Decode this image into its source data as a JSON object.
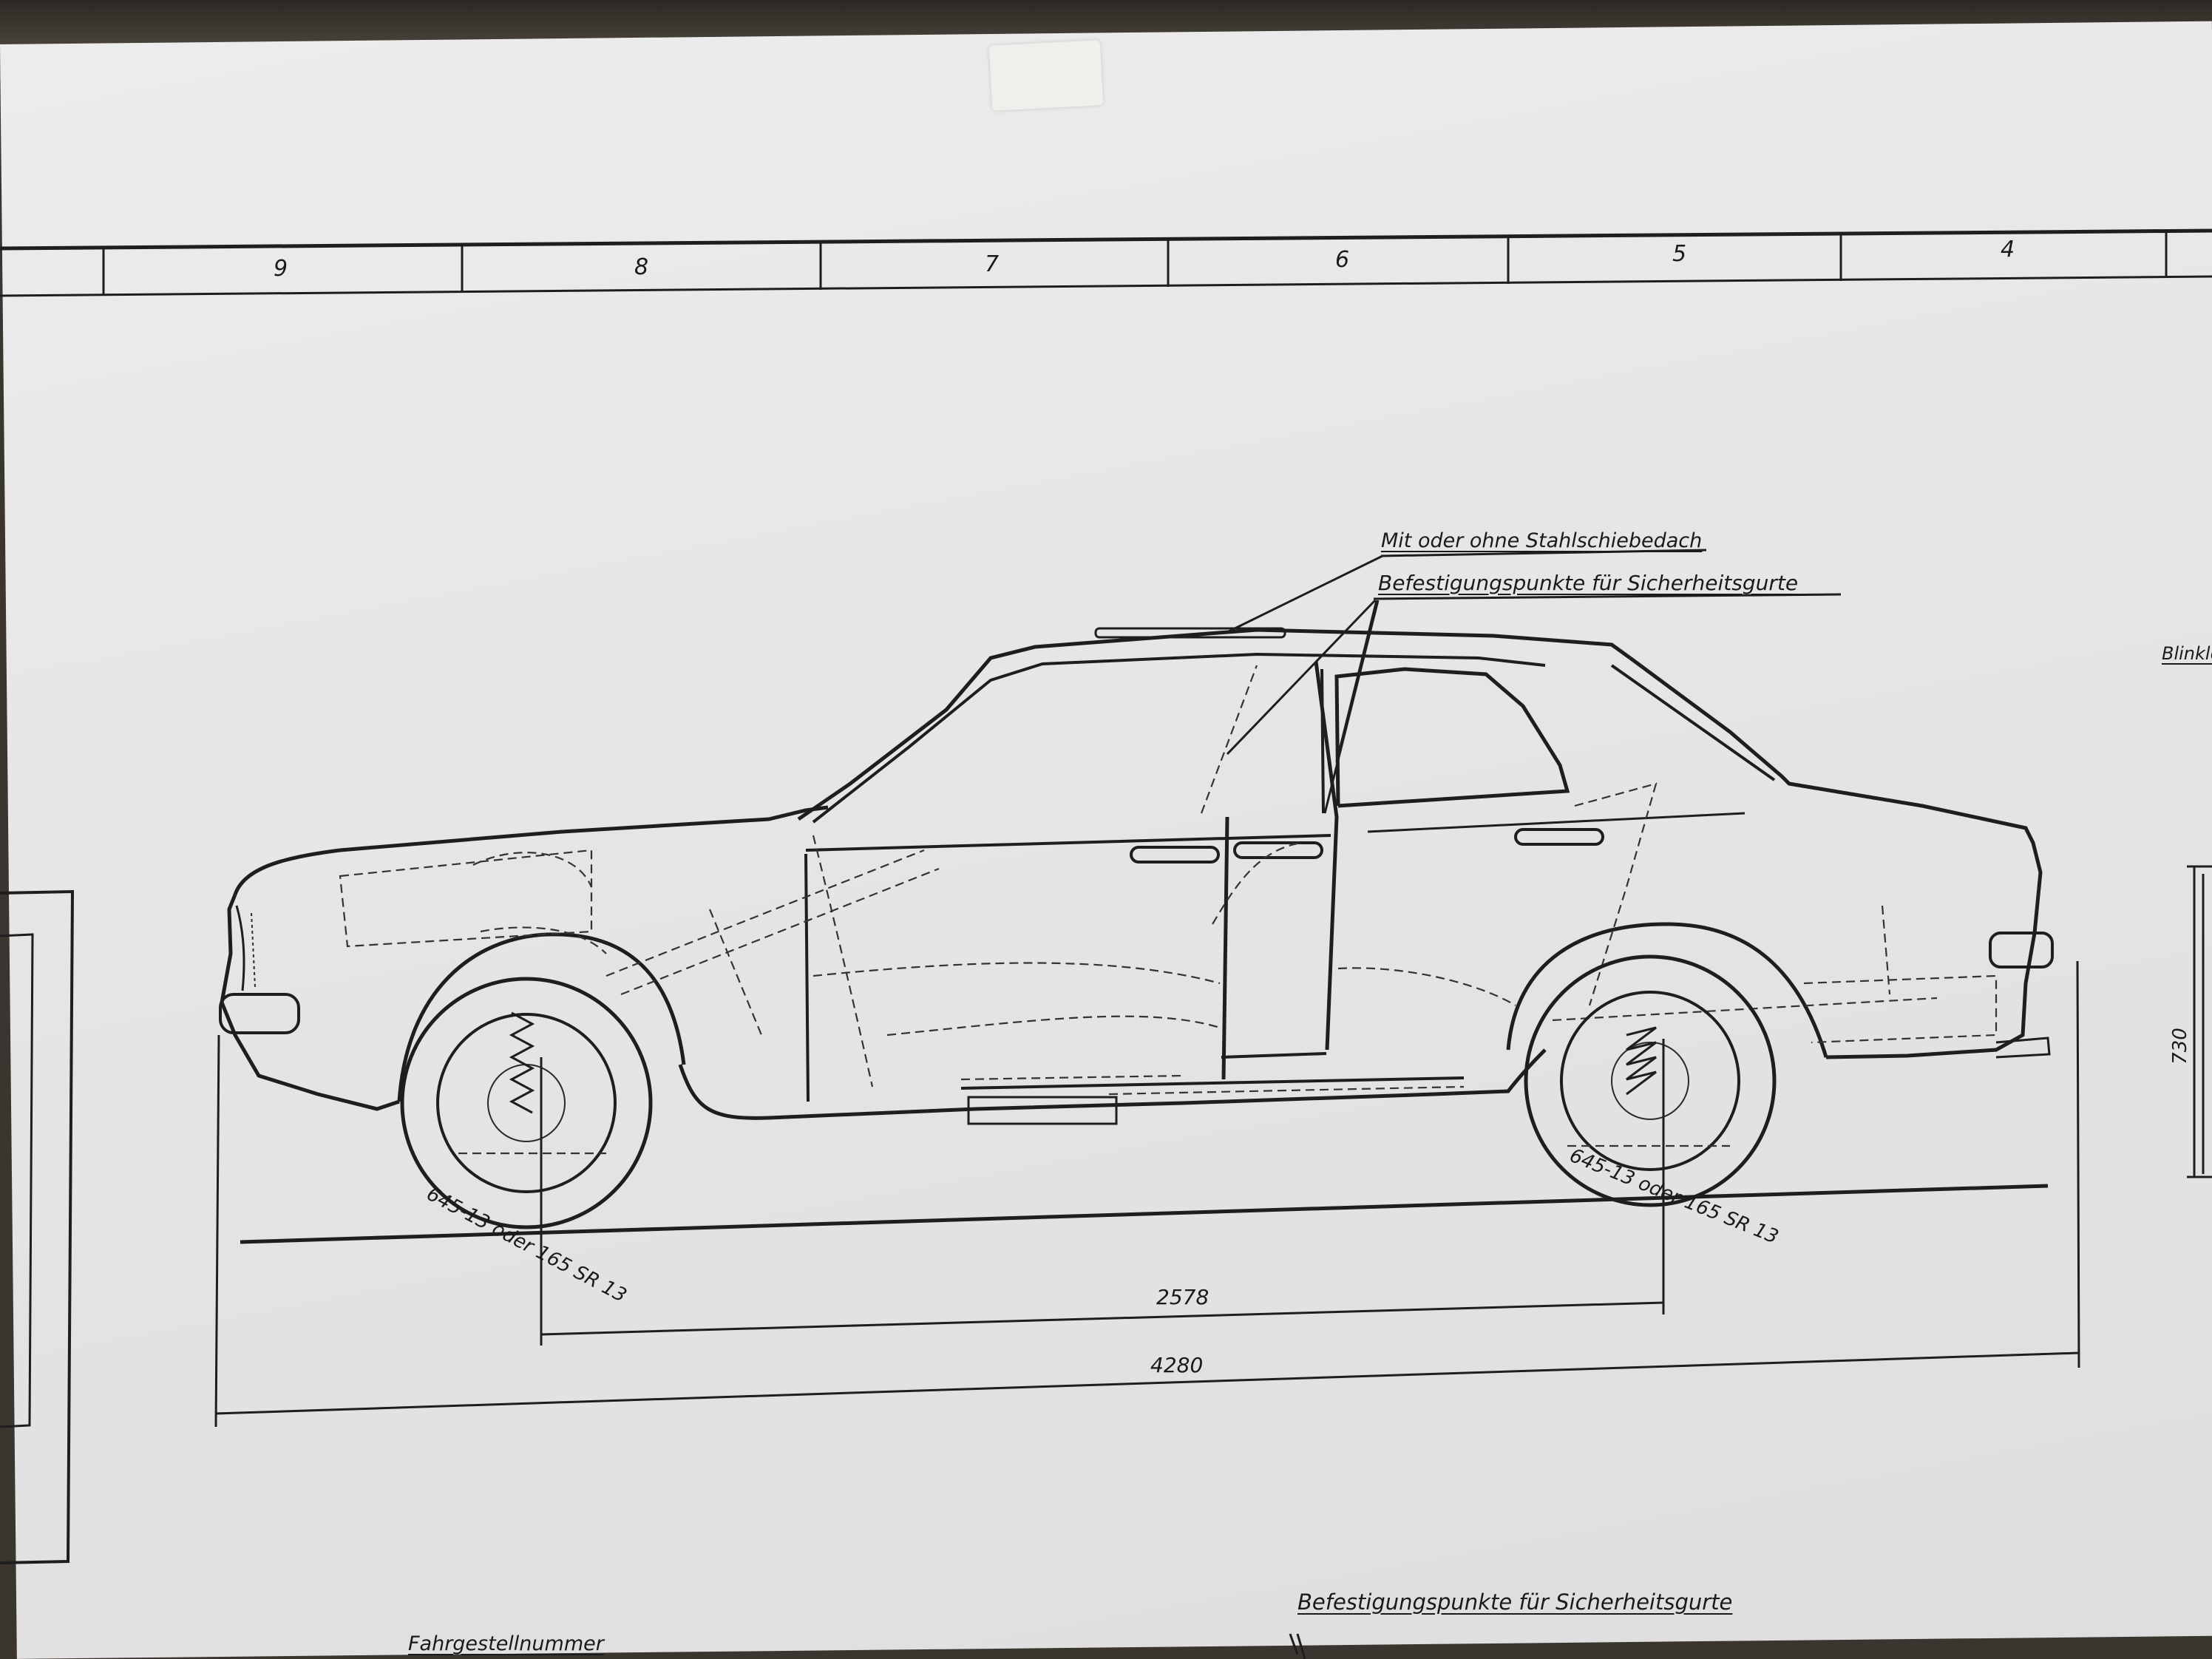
{
  "zone_numbers": [
    "9",
    "8",
    "7",
    "6",
    "5",
    "4"
  ],
  "annotations": {
    "sunroof": "Mit oder ohne Stahlschiebedach",
    "belt_points": "Befestigungspunkte für Sicherheitsgurte",
    "belt_points_bottom": "Befestigungspunkte für Sicherheitsgurte",
    "blinker": "Blinkleuch",
    "chassis_number": "Fahrgestellnummer"
  },
  "tyres": {
    "front": "645-13 oder 165 SR 13",
    "rear": "645-13 oder 165 SR 13"
  },
  "dimensions": {
    "wheelbase": "2578",
    "length": "4280",
    "height": "730"
  }
}
